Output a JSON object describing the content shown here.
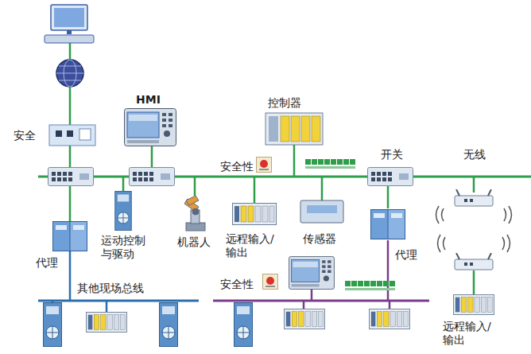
{
  "diagram": {
    "labels": [
      "安全",
      "HMI",
      "控制器",
      "安全性",
      "开关",
      "无线",
      "代理",
      "运动控制与驱动",
      "机器人",
      "远程输入/输出",
      "传感器",
      "代理",
      "其他现场总线",
      "安全性",
      "远程输入/输出"
    ]
  }
}
